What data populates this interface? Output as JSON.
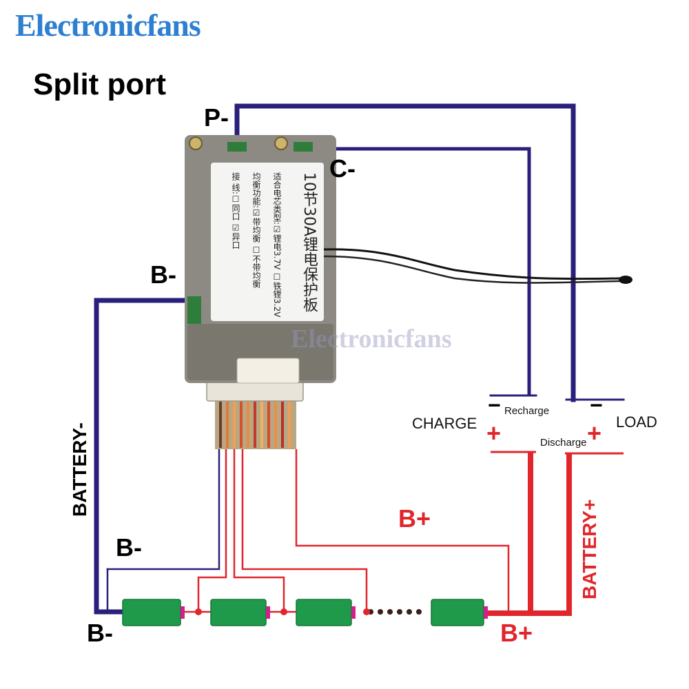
{
  "brand": {
    "name": "Electronicfans",
    "color": "#2e7fd1"
  },
  "title": "Split port",
  "colors": {
    "negative_wire": "#2a1f7a",
    "positive_wire": "#e0262b",
    "cell": "#1f9a4a",
    "cell_terminal": "#d21f8a"
  },
  "board": {
    "label_line1": "10节30A锂电保护板",
    "label_line2": "适合电芯类型:☑锂电3.7V ☐铁锂3.2V",
    "label_line3": "均衡功能:☑带均衡 ☐不带均衡",
    "label_line4": "接 线:☐同口 ☑异口",
    "watermark": "Electronicfans"
  },
  "terminals": {
    "p_minus": "P-",
    "c_minus": "C-",
    "b_minus_board": "B-",
    "b_minus_mid": "B-",
    "b_minus_bottom": "B-",
    "b_plus_mid": "B+",
    "b_plus_bottom": "B+"
  },
  "ports": {
    "charge": "CHARGE",
    "load": "LOAD",
    "recharge": "Recharge",
    "discharge": "Discharge",
    "minus_sign": "−",
    "plus_sign": "+"
  },
  "battery": {
    "negative": "BATTERY-",
    "positive": "BATTERY+"
  },
  "cells": {
    "count_shown": 4,
    "ellipsis": "••••••"
  }
}
